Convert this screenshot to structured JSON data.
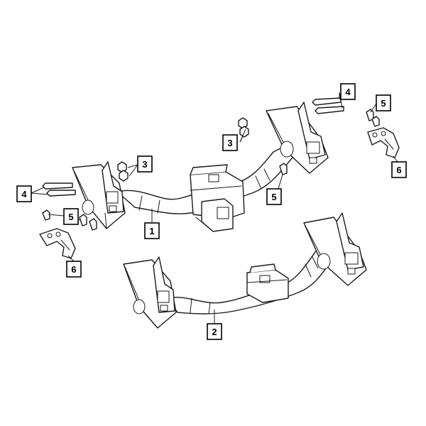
{
  "callouts": {
    "c1": "1",
    "c2": "2",
    "c3a": "3",
    "c3b": "3",
    "c4a": "4",
    "c4b": "4",
    "c5a": "5",
    "c5b": "5",
    "c5c": "5",
    "c6a": "6",
    "c6b": "6"
  },
  "colors": {
    "line": "#1a1a1a",
    "background": "#ffffff"
  }
}
